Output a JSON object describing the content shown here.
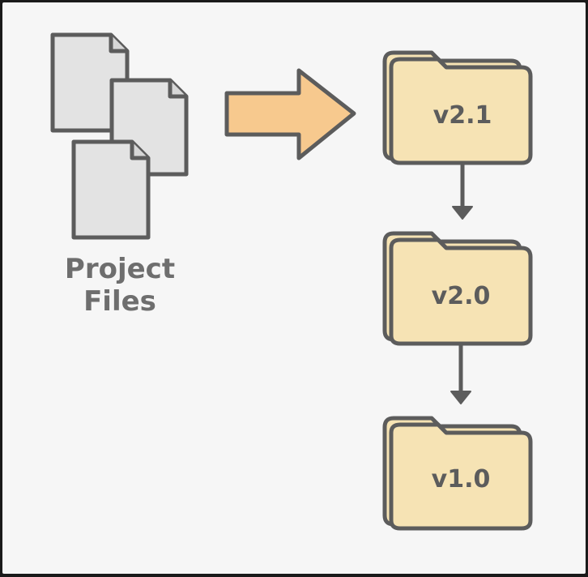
{
  "source": {
    "label": "Project\nFiles",
    "icon": "stacked-documents-icon"
  },
  "transfer": {
    "icon": "right-arrow-icon"
  },
  "versions": [
    {
      "label": "v2.1",
      "icon": "folder-icon"
    },
    {
      "label": "v2.0",
      "icon": "folder-icon"
    },
    {
      "label": "v1.0",
      "icon": "folder-icon"
    }
  ],
  "colors": {
    "background": "#f6f6f6",
    "document_fill": "#e3e3e3",
    "outline": "#5c5c5c",
    "arrow_fill": "#f7c98e",
    "folder_fill": "#f6e3b4",
    "text": "#6e6e6e"
  }
}
